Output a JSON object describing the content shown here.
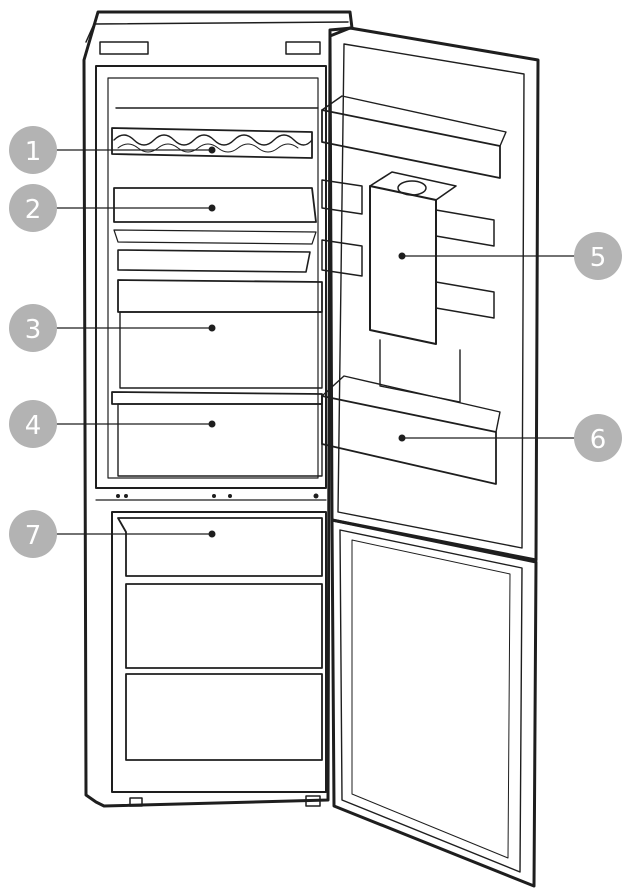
{
  "colors": {
    "outline": "#1e1e1e",
    "callout_fill": "#b3b3b3",
    "callout_text": "#ffffff",
    "background": "#ffffff"
  },
  "callouts": [
    {
      "label": "1"
    },
    {
      "label": "2"
    },
    {
      "label": "3"
    },
    {
      "label": "4"
    },
    {
      "label": "5"
    },
    {
      "label": "6"
    },
    {
      "label": "7"
    }
  ]
}
